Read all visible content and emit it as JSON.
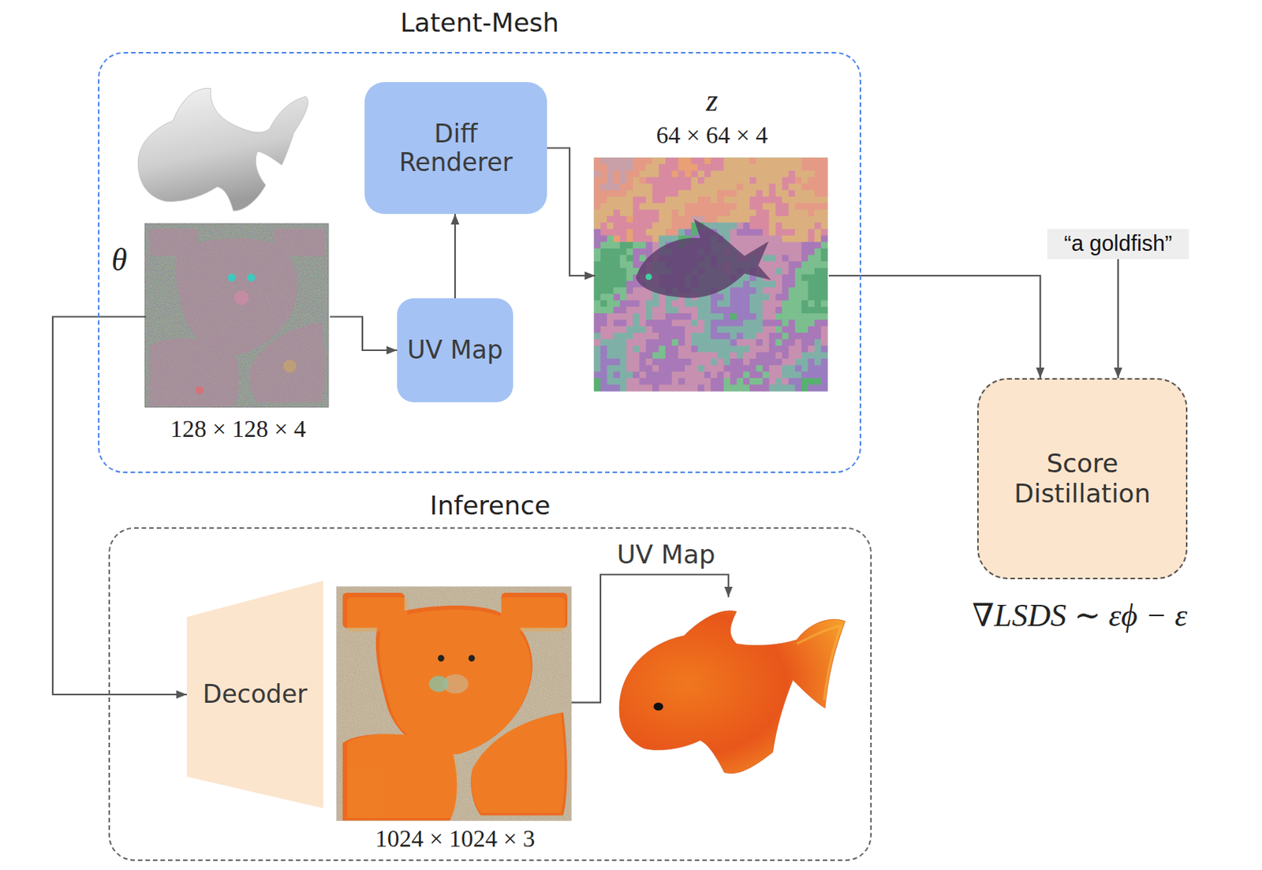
{
  "diagram": {
    "nodes": [
      {
        "text": [
          "Latent-Mesh"
        ]
      },
      {
        "text": [
          "θ",
          "128 × 128 × 4"
        ],
        "in": 0
      },
      {
        "text": [
          "Diff Renderer"
        ],
        "in": 0
      },
      {
        "text": [
          "z",
          "64 × 64 × 4"
        ],
        "in": 0
      },
      {
        "text": [
          "UV Map"
        ],
        "in": 0
      },
      {
        "text": [
          "“a goldfish”"
        ]
      },
      {
        "text": [
          "Score Distillation"
        ]
      },
      {
        "text": [
          "Inference"
        ]
      },
      {
        "text": [
          "Decoder"
        ],
        "in": 7
      },
      {
        "text": [
          "1024 × 1024 × 3"
        ],
        "in": 7
      }
    ],
    "edges": [
      {
        "from": 1,
        "to": 4,
        "arrow": "to"
      },
      {
        "from": 4,
        "to": 2,
        "arrow": "to"
      },
      {
        "from": 2,
        "to": 3,
        "arrow": "to"
      },
      {
        "from": 3,
        "to": 6,
        "arrow": "to"
      },
      {
        "from": 5,
        "to": 6,
        "arrow": "to"
      },
      {
        "from": 1,
        "to": 8,
        "arrow": "to"
      }
    ],
    "labels": [
      "UV Map",
      "∇LSDS ∼ εϕ − ε"
    ]
  }
}
